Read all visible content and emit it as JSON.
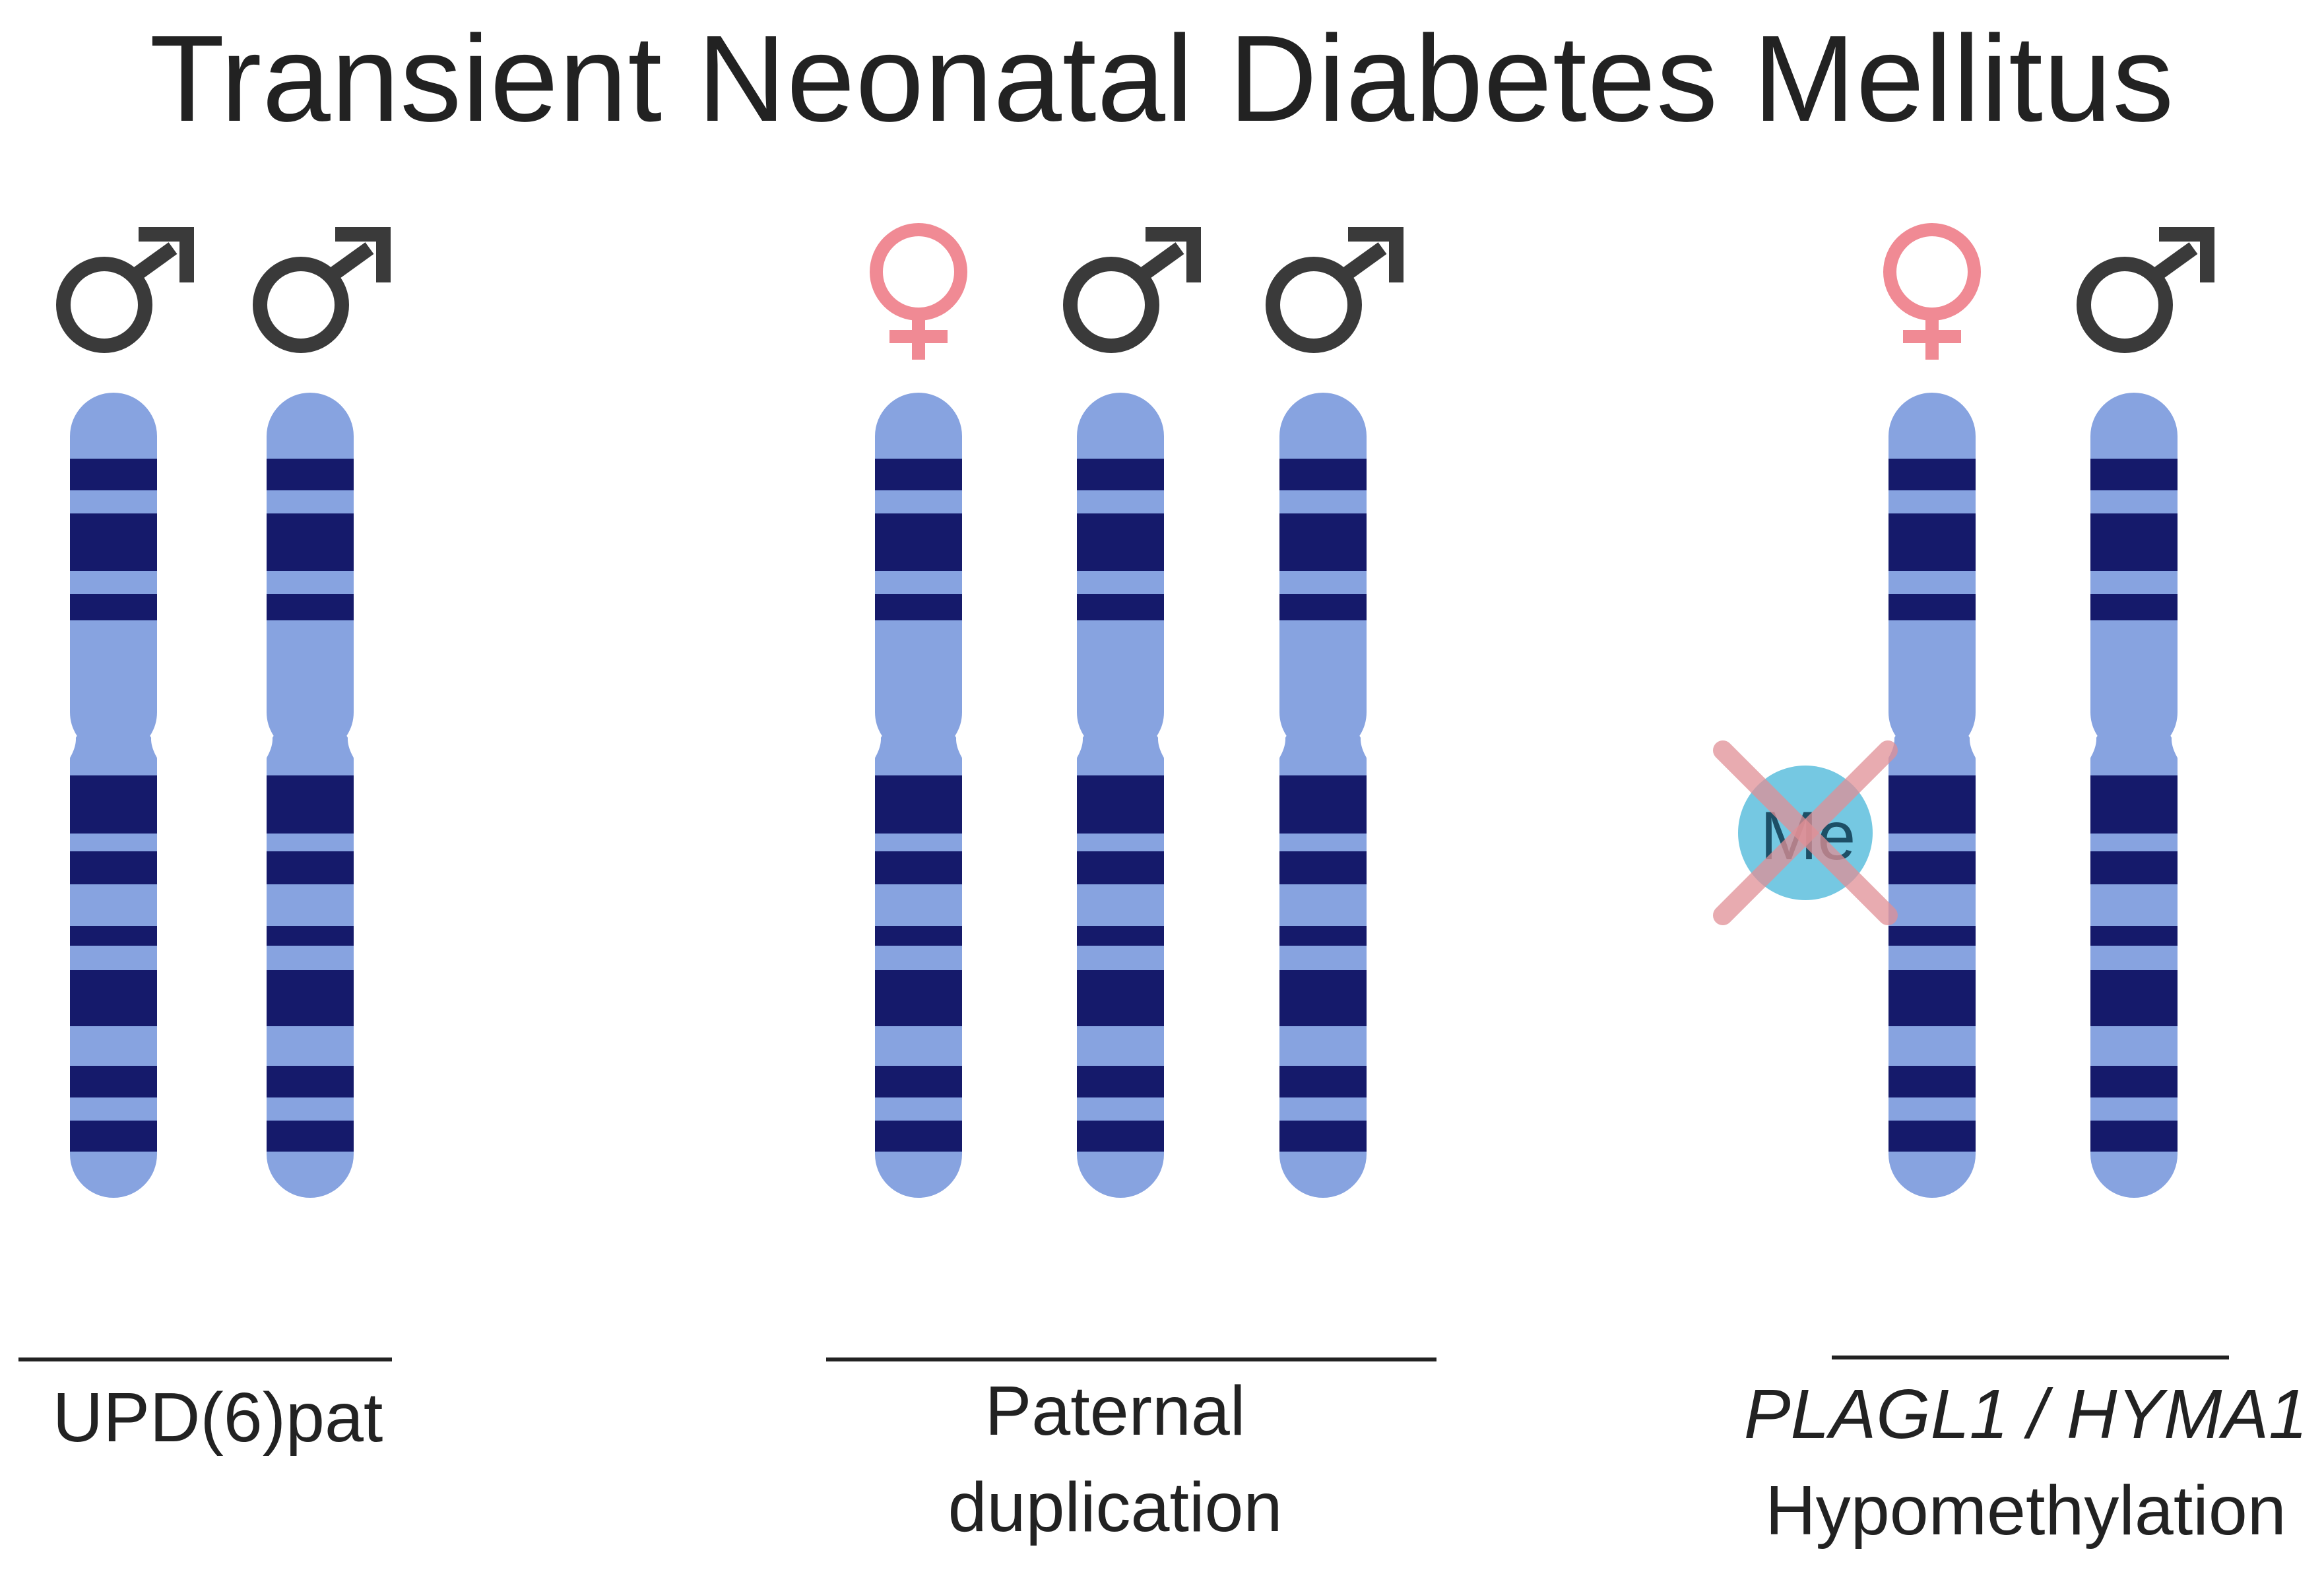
{
  "title": "Transient Neonatal Diabetes Mellitus",
  "colors": {
    "chromosome_light": "#87a3e0",
    "chromosome_band": "#151a6b",
    "male_symbol": "#3a3a3a",
    "female_symbol": "#f08a94",
    "methyl_circle": "#6ec5e0",
    "cross": "#e08f95"
  },
  "groups": [
    {
      "id": "upd6pat",
      "label_lines": [
        "UPD(6)pat"
      ],
      "chromosomes": [
        {
          "parent": "male",
          "symbol_icon": "male-symbol-icon"
        },
        {
          "parent": "male",
          "symbol_icon": "male-symbol-icon"
        }
      ]
    },
    {
      "id": "paternal-duplication",
      "label_lines": [
        "Paternal",
        "duplication"
      ],
      "chromosomes": [
        {
          "parent": "female",
          "symbol_icon": "female-symbol-icon"
        },
        {
          "parent": "male",
          "symbol_icon": "male-symbol-icon"
        },
        {
          "parent": "male",
          "symbol_icon": "male-symbol-icon"
        }
      ]
    },
    {
      "id": "hypomethylation",
      "label_lines": [
        "PLAGL1 / HYMA1",
        "Hypomethylation"
      ],
      "italic_first_line": true,
      "chromosomes": [
        {
          "parent": "female",
          "symbol_icon": "female-symbol-icon",
          "lost_methylation": true
        },
        {
          "parent": "male",
          "symbol_icon": "male-symbol-icon"
        }
      ]
    }
  ],
  "methylation_mark": {
    "text": "Me",
    "icon": "crossed-out-methylation-icon"
  }
}
